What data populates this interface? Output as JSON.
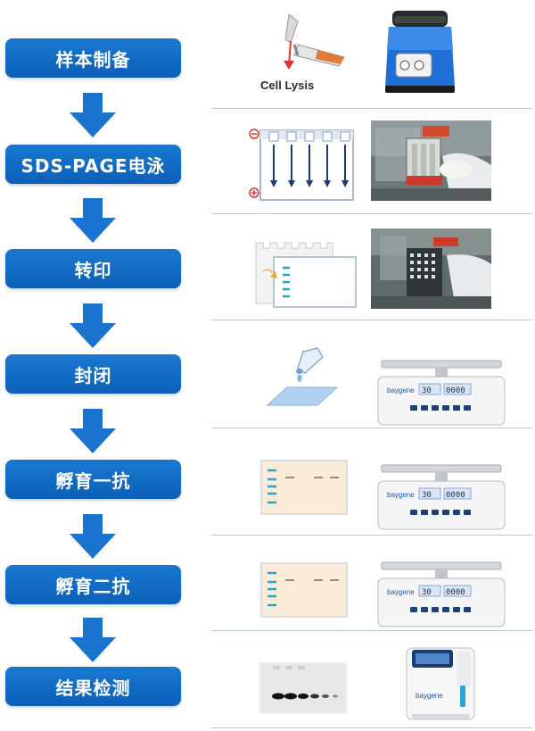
{
  "steps": [
    {
      "label": "样本制备"
    },
    {
      "label": "SDS-PAGE电泳"
    },
    {
      "label": "转印"
    },
    {
      "label": "封闭"
    },
    {
      "label": "孵育一抗"
    },
    {
      "label": "孵育二抗"
    },
    {
      "label": "结果检测"
    }
  ],
  "illustrations": {
    "cell_lysis_caption": "Cell Lysis",
    "shaker_brand": "baygene",
    "shaker_display_left": "30",
    "shaker_display_right": "0000",
    "imager_brand": "baygene"
  },
  "colors": {
    "step_button": "#1268c4",
    "arrow": "#1a73cf",
    "separator": "#b9c8dc"
  }
}
